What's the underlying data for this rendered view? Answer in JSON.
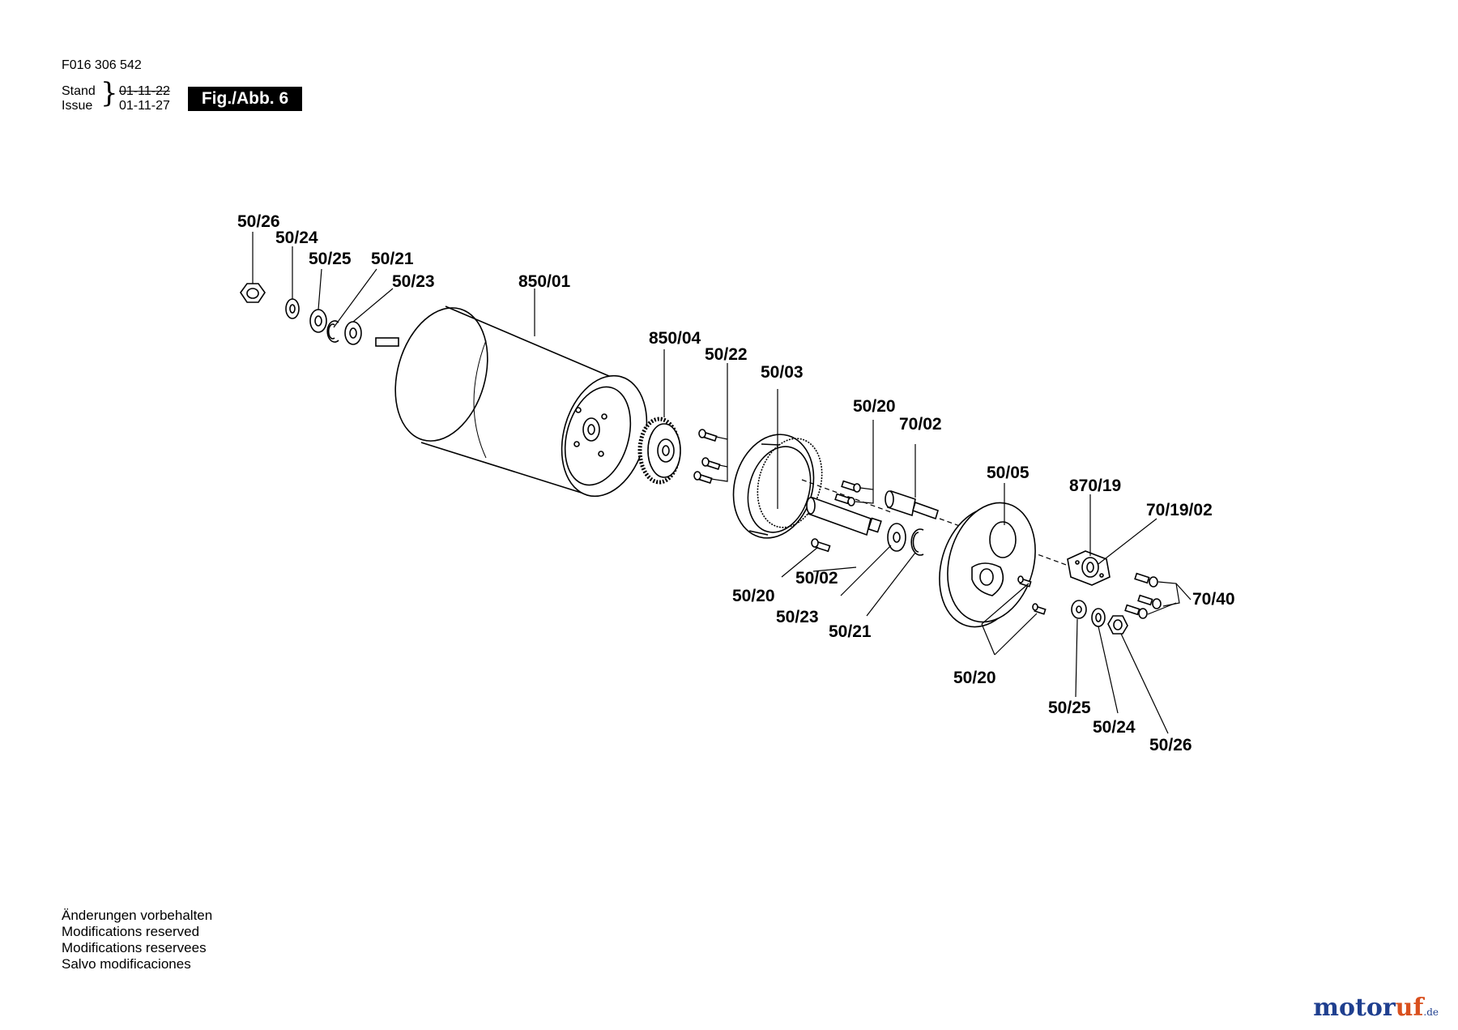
{
  "header": {
    "part_number": "F016 306 542",
    "stand_label": "Stand",
    "issue_label": "Issue",
    "stand_date": "01-11-22",
    "issue_date": "01-11-27",
    "figure_label": "Fig./Abb. 6"
  },
  "labels": {
    "l_50_26_top": "50/26",
    "l_50_24_top": "50/24",
    "l_50_25_top": "50/25",
    "l_50_21_top": "50/21",
    "l_50_23_top": "50/23",
    "l_850_01": "850/01",
    "l_850_04": "850/04",
    "l_50_22": "50/22",
    "l_50_03": "50/03",
    "l_50_20_top": "50/20",
    "l_70_02": "70/02",
    "l_50_05": "50/05",
    "l_870_19": "870/19",
    "l_70_19_02": "70/19/02",
    "l_70_40": "70/40",
    "l_50_20_left": "50/20",
    "l_50_02": "50/02",
    "l_50_23_bottom": "50/23",
    "l_50_21_bottom": "50/21",
    "l_50_20_bottom": "50/20",
    "l_50_25_bottom": "50/25",
    "l_50_24_bottom": "50/24",
    "l_50_26_bottom": "50/26"
  },
  "footer": {
    "line1": "Änderungen vorbehalten",
    "line2": "Modifications reserved",
    "line3": "Modifications reservees",
    "line4": "Salvo modificaciones"
  },
  "watermark": {
    "part1": "motor",
    "part2": "uf",
    "part3": ".de"
  }
}
